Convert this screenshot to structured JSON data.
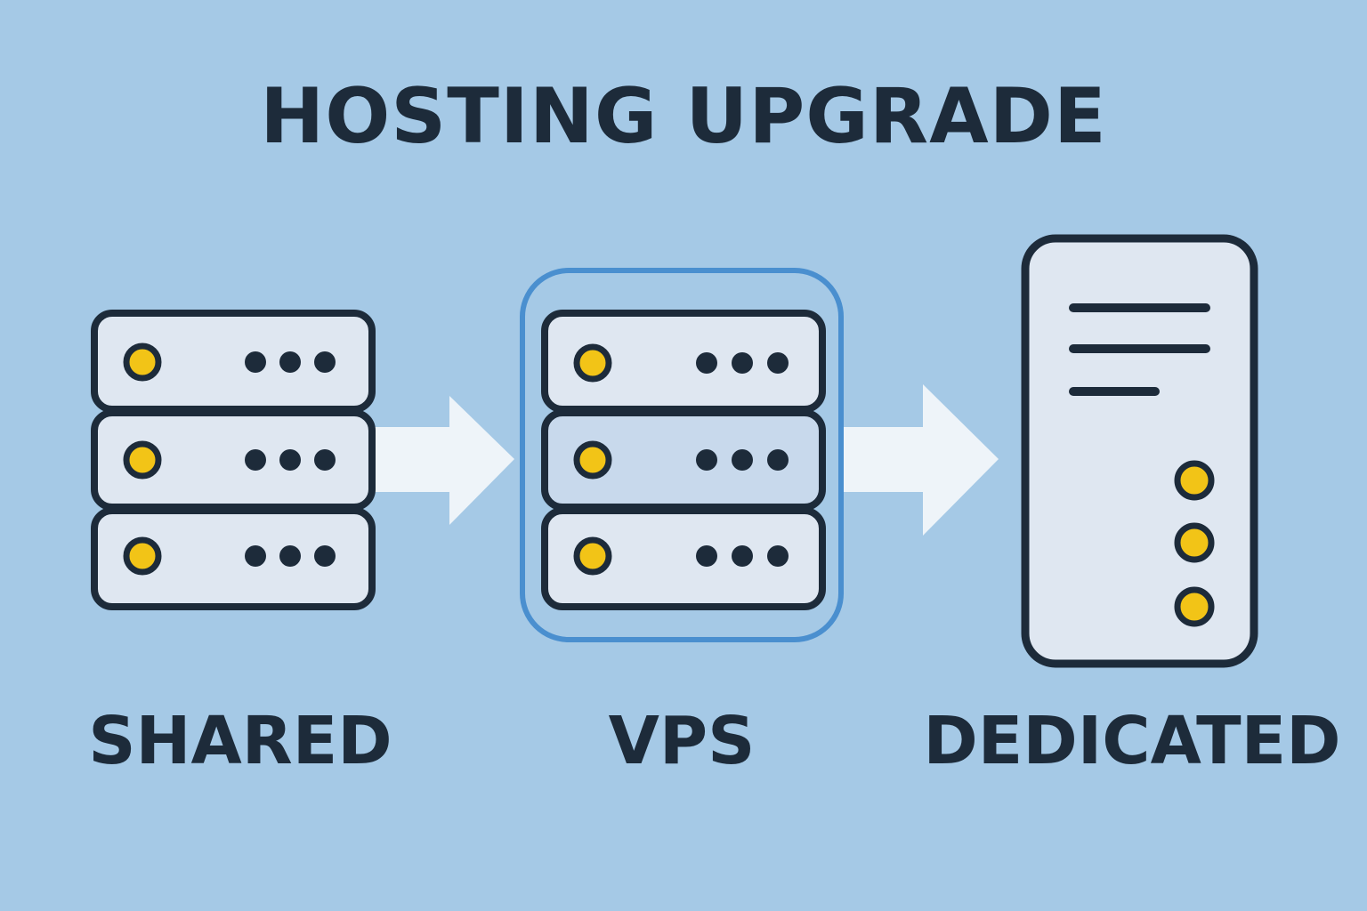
{
  "title": "HOSTING UPGRADE",
  "tiers": [
    {
      "label": "SHARED"
    },
    {
      "label": "VPS"
    },
    {
      "label": "DEDICATED"
    }
  ],
  "colors": {
    "background": "#a5c9e6",
    "outline": "#1d2b3a",
    "unit_fill": "#dfe7f1",
    "led": "#f2c417",
    "vps_highlight": "#4a8fcf",
    "arrow": "#eef4f9"
  },
  "icons": [
    "server-rack-icon",
    "arrow-right-icon",
    "tower-server-icon"
  ]
}
